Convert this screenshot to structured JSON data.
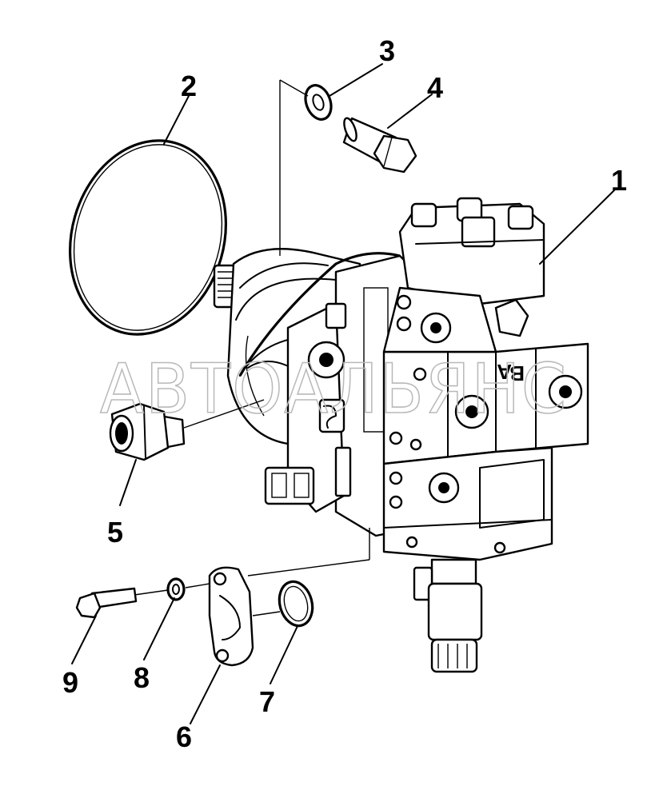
{
  "diagram": {
    "watermark": "АВТОАЛЬЯНС",
    "callouts": [
      {
        "id": "1",
        "label": "1"
      },
      {
        "id": "2",
        "label": "2"
      },
      {
        "id": "3",
        "label": "3"
      },
      {
        "id": "4",
        "label": "4"
      },
      {
        "id": "5",
        "label": "5"
      },
      {
        "id": "6",
        "label": "6"
      },
      {
        "id": "7",
        "label": "7"
      },
      {
        "id": "8",
        "label": "8"
      },
      {
        "id": "9",
        "label": "9"
      }
    ],
    "housing_marks": [
      "B",
      "A"
    ],
    "colors": {
      "line": "#000000",
      "background": "#ffffff",
      "watermark": "#b9b9b9"
    }
  }
}
